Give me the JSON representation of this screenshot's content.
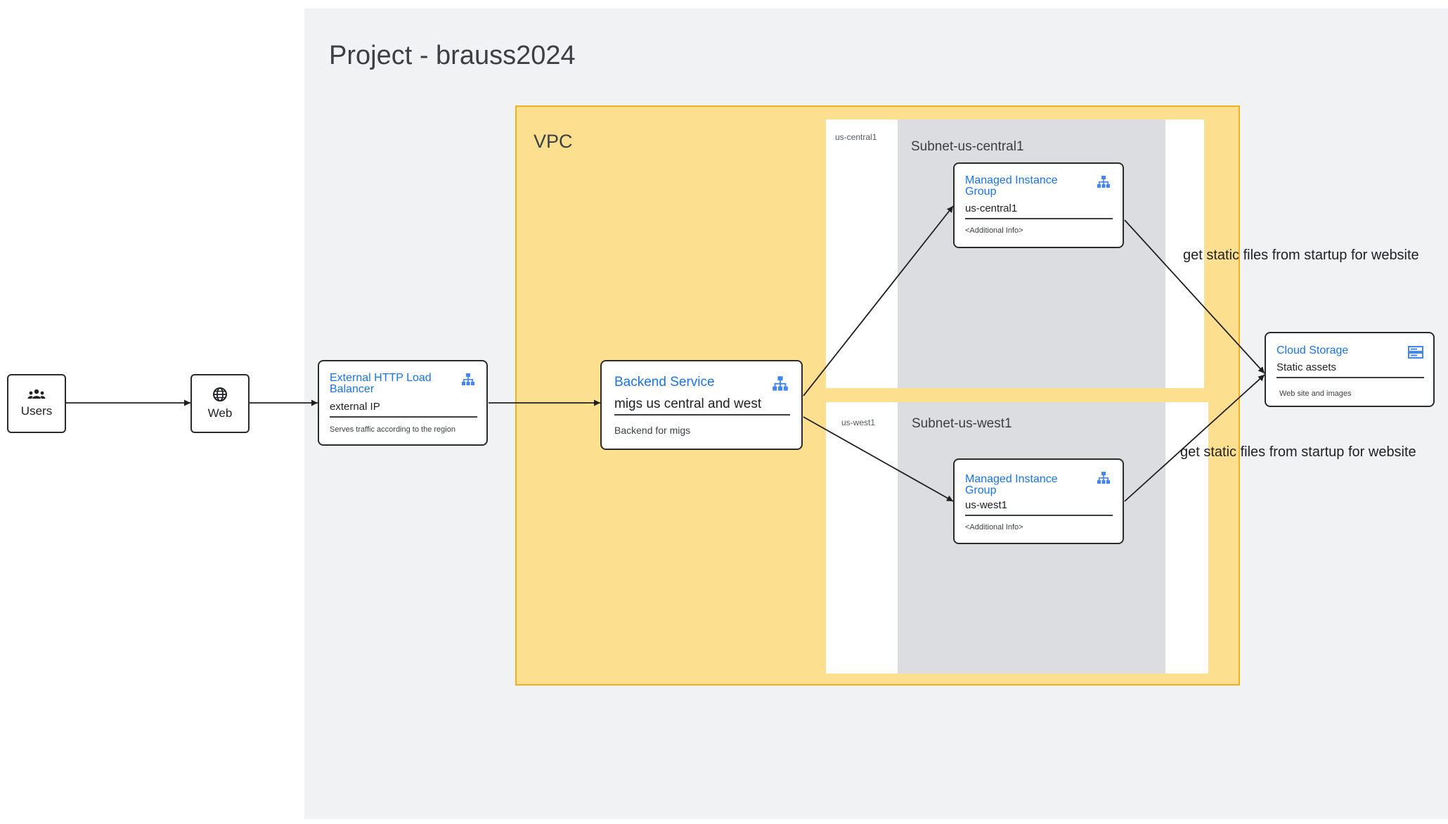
{
  "project": {
    "title": "Project - brauss2024"
  },
  "vpc": {
    "title": "VPC"
  },
  "regions": {
    "central": {
      "label": "us-central1",
      "subnet_title": "Subnet-us-central1"
    },
    "west": {
      "label": "us-west1",
      "subnet_title": "Subnet-us-west1"
    }
  },
  "nodes": {
    "users": {
      "label": "Users",
      "icon": "users-icon"
    },
    "web": {
      "label": "Web",
      "icon": "globe-icon"
    },
    "lb": {
      "title": "External HTTP Load Balancer",
      "subtitle": "external IP",
      "info": "Serves traffic according to the region",
      "icon": "load-balancer-icon"
    },
    "backend": {
      "title": "Backend Service",
      "subtitle": "migs us central and west",
      "info": "Backend for migs",
      "icon": "backend-service-icon"
    },
    "mig_central": {
      "title": "Managed Instance Group",
      "subtitle": "us-central1",
      "info": "<Additional Info>",
      "icon": "instance-group-icon"
    },
    "mig_west": {
      "title": "Managed Instance Group",
      "subtitle": "us-west1",
      "info": "<Additional Info>",
      "icon": "instance-group-icon"
    },
    "storage": {
      "title": "Cloud Storage",
      "subtitle": "Static assets",
      "info": "Web site and images",
      "icon": "cloud-storage-icon"
    }
  },
  "edges": {
    "central_to_storage_label": "get static files from startup for website",
    "west_to_storage_label": "get static files from startup for website"
  },
  "colors": {
    "project_bg": "#f1f2f4",
    "vpc_fill": "#fce08f",
    "vpc_border": "#f2b01e",
    "subnet_fill": "#dcdde0",
    "title_blue": "#1a73e8",
    "icon_blue": "#4285f4"
  }
}
